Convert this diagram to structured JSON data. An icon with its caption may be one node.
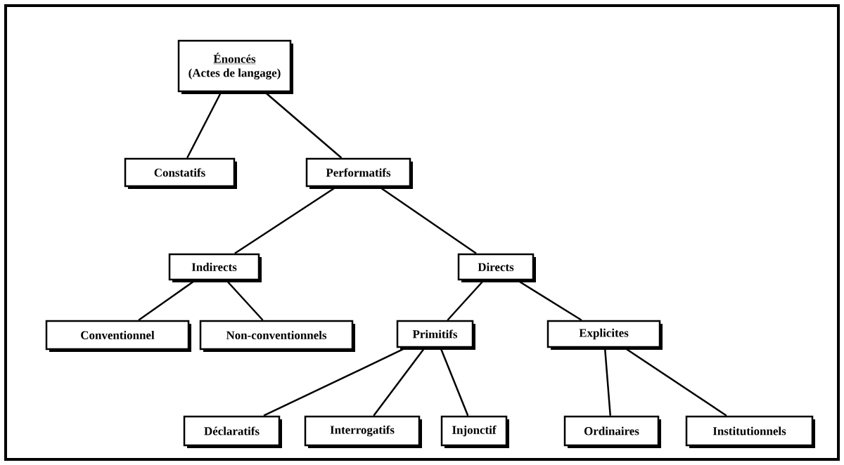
{
  "diagram": {
    "nodes": [
      {
        "text": [
          "Énoncés",
          "(Actes de langage)"
        ]
      },
      {
        "text": [
          "Constatifs"
        ]
      },
      {
        "text": [
          "Performatifs"
        ]
      },
      {
        "text": [
          "Indirects"
        ]
      },
      {
        "text": [
          "Directs"
        ]
      },
      {
        "text": [
          "Conventionnel"
        ]
      },
      {
        "text": [
          "Non-conventionnels"
        ]
      },
      {
        "text": [
          "Primitifs"
        ]
      },
      {
        "text": [
          "Explicites"
        ]
      },
      {
        "text": [
          "Déclaratifs"
        ]
      },
      {
        "text": [
          "Interrogatifs"
        ]
      },
      {
        "text": [
          "Injonctif"
        ]
      },
      {
        "text": [
          "Ordinaires"
        ]
      },
      {
        "text": [
          "Institutionnels"
        ]
      }
    ],
    "edges": [
      {
        "from": 0,
        "to": 1,
        "arrow": "none"
      },
      {
        "from": 0,
        "to": 2,
        "arrow": "none"
      },
      {
        "from": 2,
        "to": 3,
        "arrow": "none"
      },
      {
        "from": 2,
        "to": 4,
        "arrow": "none"
      },
      {
        "from": 3,
        "to": 5,
        "arrow": "none"
      },
      {
        "from": 3,
        "to": 6,
        "arrow": "none"
      },
      {
        "from": 4,
        "to": 7,
        "arrow": "none"
      },
      {
        "from": 4,
        "to": 8,
        "arrow": "none"
      },
      {
        "from": 7,
        "to": 9,
        "arrow": "none"
      },
      {
        "from": 7,
        "to": 10,
        "arrow": "none"
      },
      {
        "from": 7,
        "to": 11,
        "arrow": "none"
      },
      {
        "from": 8,
        "to": 12,
        "arrow": "none"
      },
      {
        "from": 8,
        "to": 13,
        "arrow": "none"
      }
    ]
  }
}
